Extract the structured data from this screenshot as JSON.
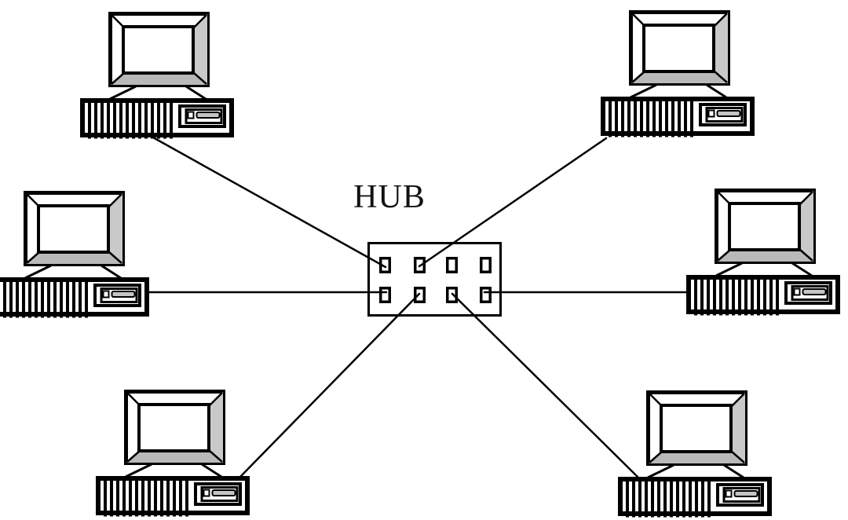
{
  "diagram": {
    "type": "star-topology-network",
    "hub": {
      "label": "HUB",
      "ports_total": 8,
      "port_rows": 2,
      "port_columns": 4
    },
    "nodes": [
      {
        "id": "computer-1",
        "kind": "computer",
        "position": "top-left"
      },
      {
        "id": "computer-2",
        "kind": "computer",
        "position": "top-right"
      },
      {
        "id": "computer-3",
        "kind": "computer",
        "position": "middle-left"
      },
      {
        "id": "computer-4",
        "kind": "computer",
        "position": "middle-right"
      },
      {
        "id": "computer-5",
        "kind": "computer",
        "position": "bottom-left"
      },
      {
        "id": "computer-6",
        "kind": "computer",
        "position": "bottom-right"
      }
    ],
    "connections": [
      {
        "from": "computer-1",
        "to": "hub",
        "hub_port": "row1-col1"
      },
      {
        "from": "computer-2",
        "to": "hub",
        "hub_port": "row1-col2"
      },
      {
        "from": "computer-3",
        "to": "hub",
        "hub_port": "row2-col1"
      },
      {
        "from": "computer-4",
        "to": "hub",
        "hub_port": "row2-col4"
      },
      {
        "from": "computer-5",
        "to": "hub",
        "hub_port": "row2-col2"
      },
      {
        "from": "computer-6",
        "to": "hub",
        "hub_port": "row2-col3"
      }
    ],
    "colors": {
      "background": "#ffffff",
      "line": "#000000",
      "monitor_bevel_bottom": "#b9b9b9",
      "monitor_bevel_right": "#c9c9c9",
      "drive_slot": "#c4c4c4"
    }
  }
}
